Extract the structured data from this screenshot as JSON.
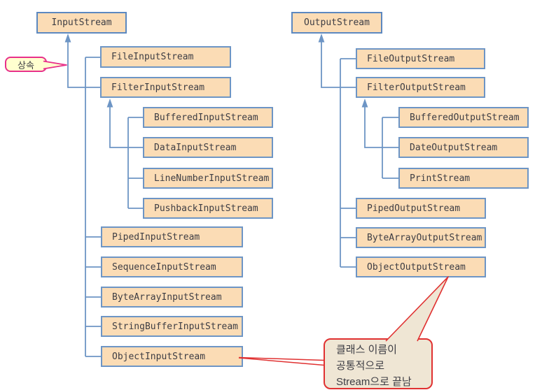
{
  "diagram": {
    "type": "class-hierarchy",
    "left_tree": {
      "root": "InputStream",
      "children_direct": [
        "FileInputStream",
        "FilterInputStream"
      ],
      "filter_children": [
        "BufferedInputStream",
        "DataInputStream",
        "LineNumberInputStream",
        "PushbackInputStream"
      ],
      "children_lower": [
        "PipedInputStream",
        "SequenceInputStream",
        "ByteArrayInputStream",
        "StringBufferInputStream",
        "ObjectInputStream"
      ]
    },
    "right_tree": {
      "root": "OutputStream",
      "children_direct": [
        "FileOutputStream",
        "FilterOutputStream"
      ],
      "filter_children": [
        "BufferedOutputStream",
        "DateOutputStream",
        "PrintStream"
      ],
      "children_lower": [
        "PipedOutputStream",
        "ByteArrayOutputStream",
        "ObjectOutputStream"
      ]
    },
    "callouts": {
      "inheritance_label": "상속",
      "note_text": "클래스 이름이\n공통적으로\nStream으로 끝남"
    },
    "colors": {
      "box_fill": "#FBDCB5",
      "box_border": "#6D95C5",
      "connector": "#6D95C5",
      "text": "#3D3D44",
      "inheritance_callout_border": "#E8308A",
      "inheritance_callout_fill": "#FFFFCF",
      "note_callout_border": "#E03131",
      "note_callout_fill": "#EFE6D4"
    }
  }
}
